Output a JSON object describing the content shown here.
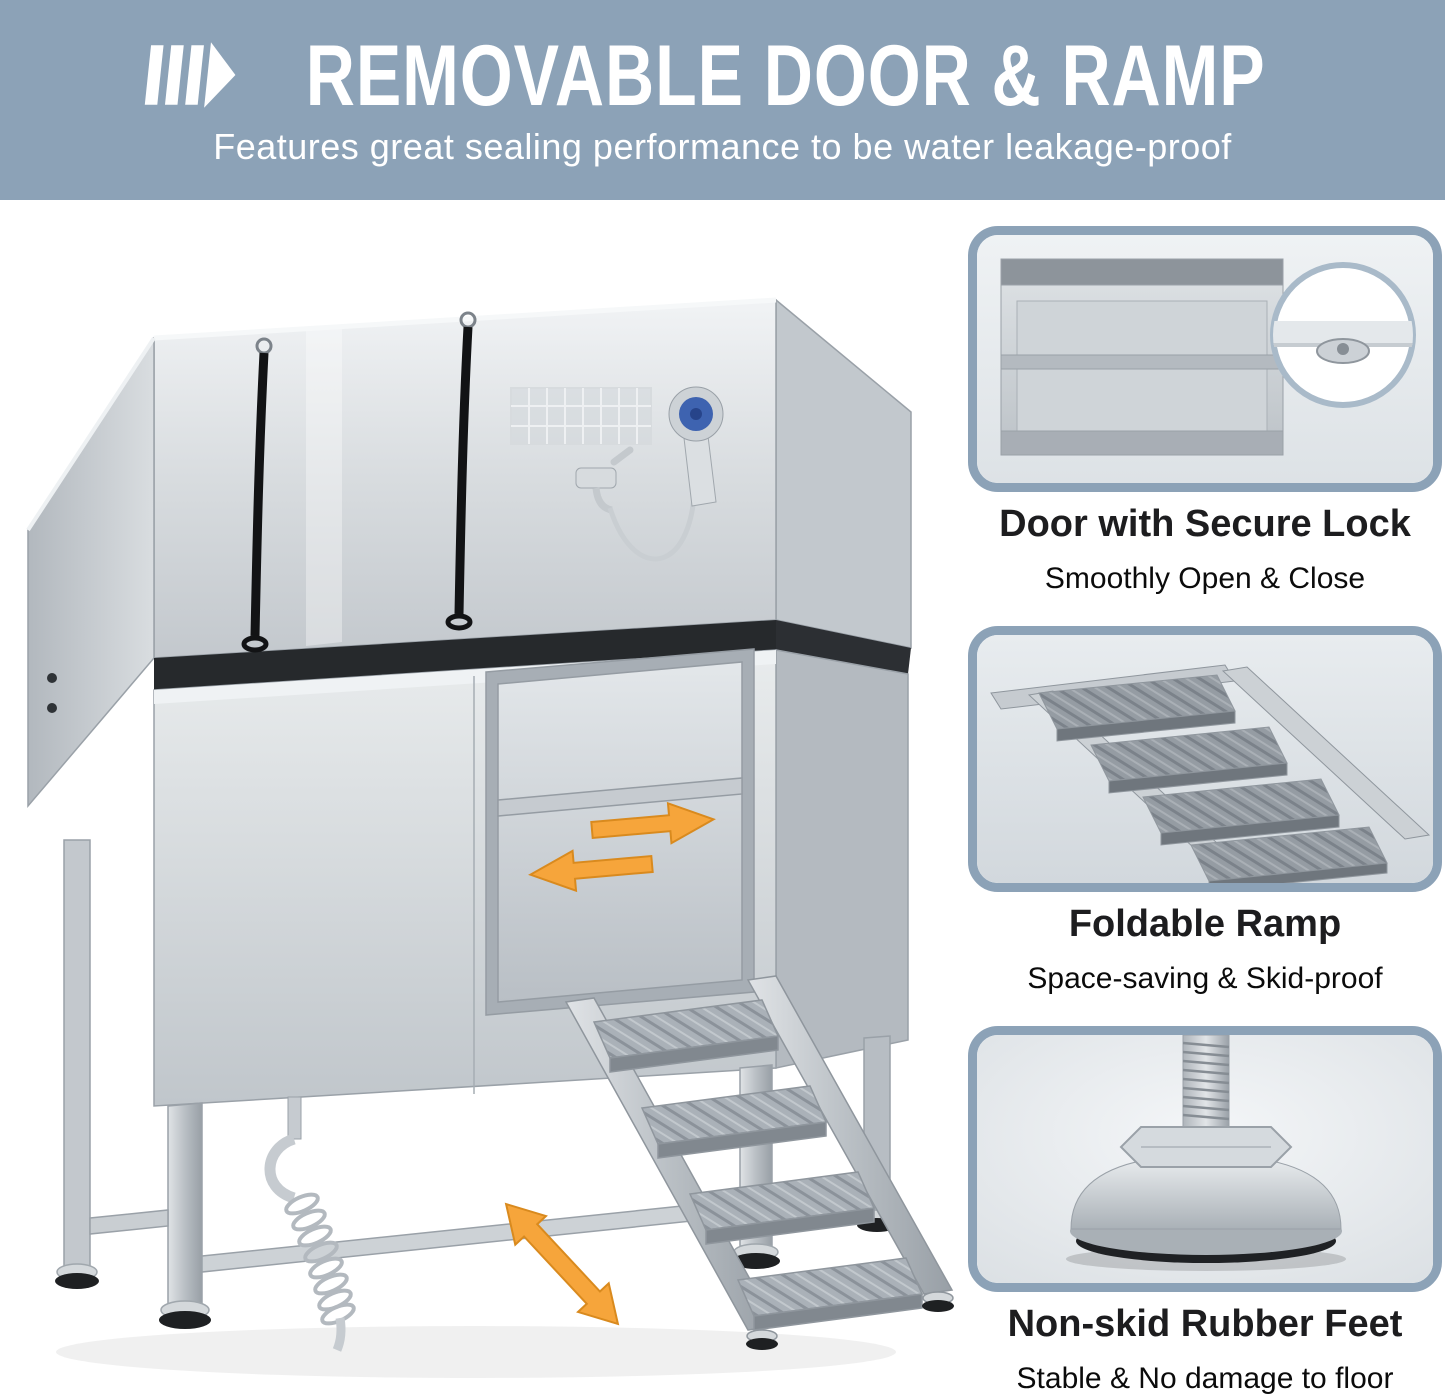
{
  "header": {
    "title": "REMOVABLE DOOR & RAMP",
    "subtitle": "Features great sealing performance to be water leakage-proof"
  },
  "icons": {
    "header_marker": "triple-bars-arrow"
  },
  "hero": {
    "description": "Stainless steel pet grooming tub with sloped splash guards, grooming straps, shower sprayer, removable sliding door and foldable 4-step ramp",
    "annotations": [
      {
        "name": "door-slide-arrows",
        "meaning": "door slides left and right",
        "color": "#F6A53B"
      },
      {
        "name": "foot-adjust-arrow",
        "meaning": "adjustable foot height",
        "color": "#F6A53B"
      }
    ]
  },
  "features": [
    {
      "title": "Door with Secure Lock",
      "subtitle": "Smoothly Open & Close",
      "image": "door-lock-photo"
    },
    {
      "title": "Foldable Ramp",
      "subtitle": "Space-saving & Skid-proof",
      "image": "foldable-ramp-photo"
    },
    {
      "title": "Non-skid Rubber Feet",
      "subtitle": "Stable & No damage to floor",
      "image": "rubber-foot-photo"
    }
  ],
  "colors": {
    "band": "#8CA2B7",
    "card_border": "#8CA2B7",
    "title_text": "#FFFFFF",
    "caption_text": "#1D1D1F",
    "accent_orange": "#F6A53B"
  }
}
